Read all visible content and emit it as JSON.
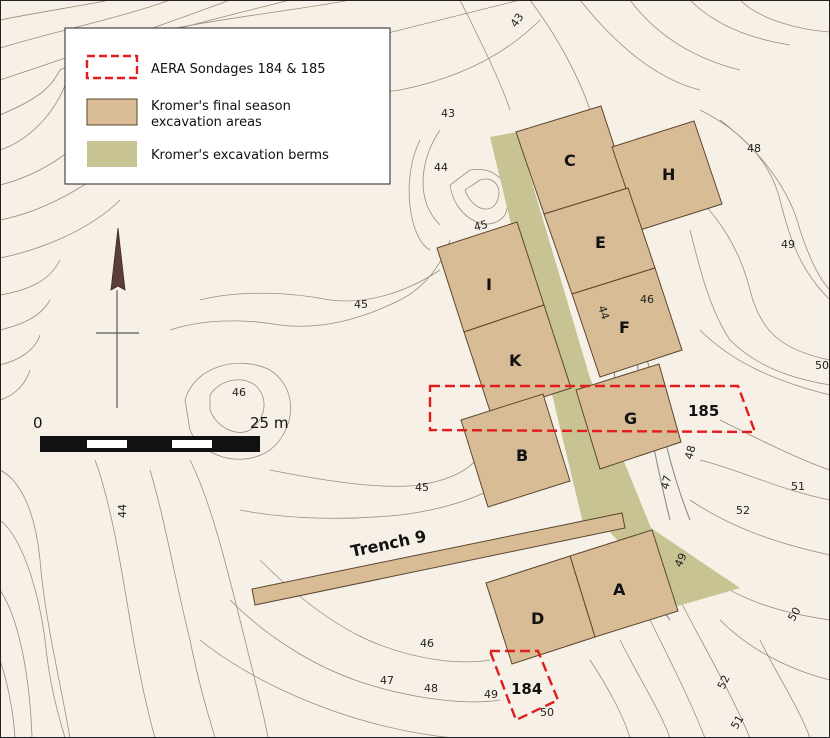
{
  "legend": {
    "sondages": "AERA Sondages 184 & 185",
    "final_season_line1": "Kromer's final season",
    "final_season_line2": "excavation areas",
    "berms": "Kromer's excavation berms"
  },
  "areas": {
    "C": "C",
    "H": "H",
    "E": "E",
    "I": "I",
    "F": "F",
    "K": "K",
    "G": "G",
    "B": "B",
    "A": "A",
    "D": "D"
  },
  "trench": "Trench 9",
  "sondages": {
    "s185": "185",
    "s184": "184"
  },
  "scale": {
    "start": "0",
    "end": "25 m"
  },
  "contour_labels": {
    "c43_top": "43",
    "c43": "43",
    "c44_top": "44",
    "c45_top": "45",
    "c45_mid": "45",
    "c46_left": "46",
    "c45_low": "45",
    "c44_left": "44",
    "c46_bottom": "46",
    "c47_bottom": "47",
    "c48_bottom": "48",
    "c49_bottom": "49",
    "c50_bottom": "50",
    "c48_right": "48",
    "c49_right": "49",
    "c50_right": "50",
    "c51_right": "51",
    "c52_right": "52",
    "c50_lower_right": "50",
    "c52_lower": "52",
    "c51_lower": "51",
    "c44_inner": "44",
    "c46_inner": "46",
    "c48_inner": "48",
    "c47_inner": "47",
    "c49_inner": "49"
  },
  "colors": {
    "background": "#f7f0e6",
    "excavation_area": "#d8bc95",
    "berm": "#c7c393",
    "sondage_outline": "#e21d1d",
    "contour": "#9a8e80"
  },
  "icons": {
    "north_arrow": "north-arrow-icon"
  }
}
